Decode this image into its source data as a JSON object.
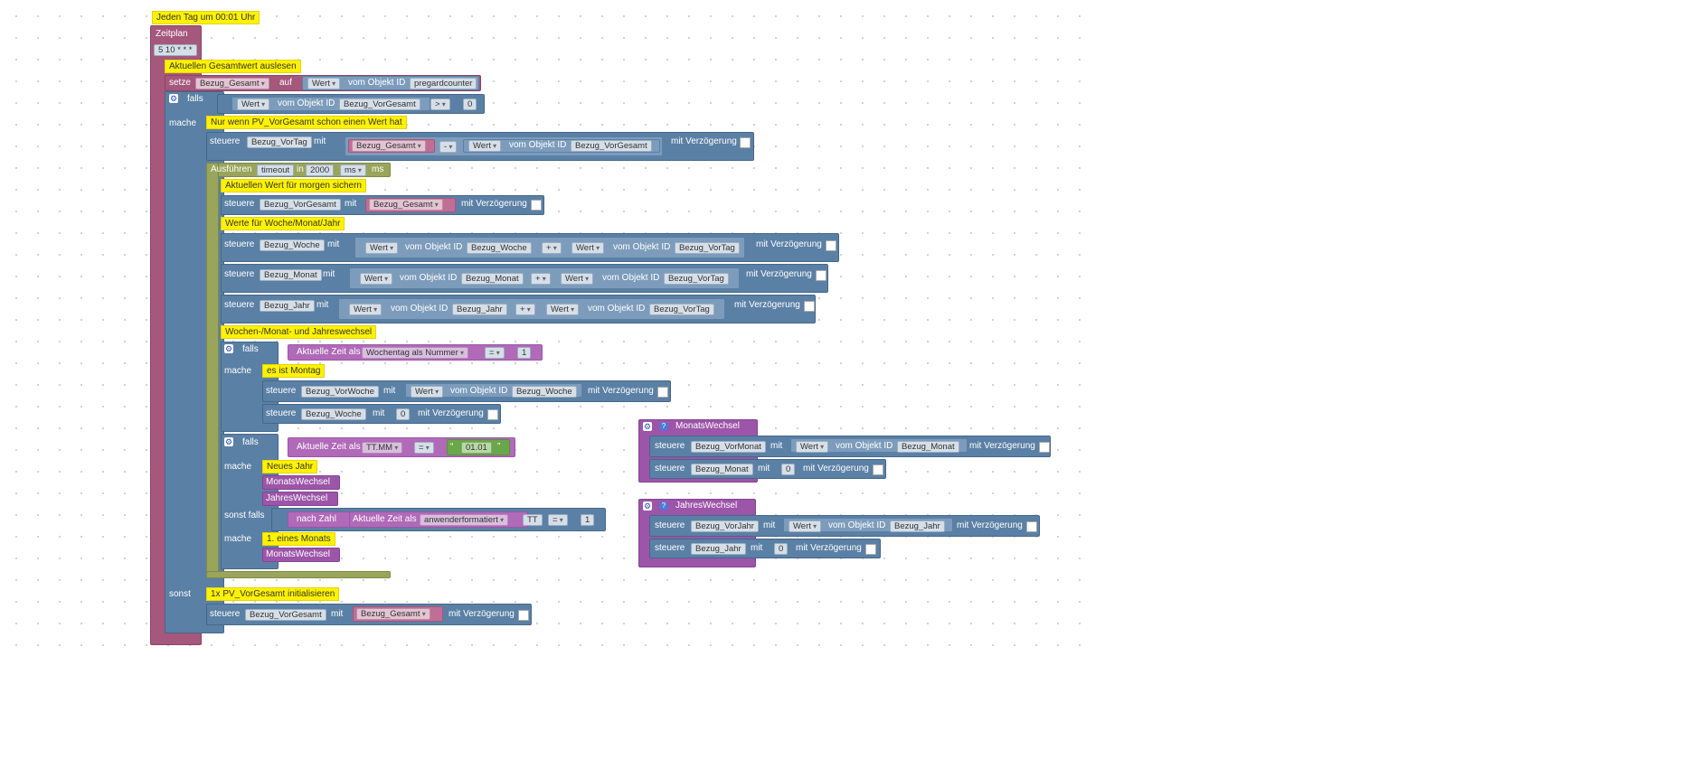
{
  "schedule": {
    "comment": "Jeden Tag um 00:01 Uhr",
    "label": "Zeitplan",
    "cron": "5 10 * * *"
  },
  "read_total": {
    "comment": "Aktuellen Gesamtwert auslesen",
    "set_label": "setze",
    "var": "Bezug_Gesamt",
    "to_label": "auf",
    "value_opt": "Wert",
    "of_object": "vom Objekt ID",
    "object_id": "pregardcounter"
  },
  "if1": {
    "falls": "falls",
    "mache": "mache",
    "sonst": "sonst",
    "cond_value": "Wert",
    "of_object": "vom Objekt ID",
    "cond_obj": "Bezug_VorGesamt",
    "op": ">",
    "num": "0",
    "comment_only_if": "Nur wenn PV_VorGesamt schon einen Wert hat",
    "steuere": "steuere",
    "mit": "mit",
    "target_vortag": "Bezug_VorTag",
    "minus_var": "Bezug_Gesamt",
    "minus_op": "-",
    "minus_value": "Wert",
    "minus_obj": "Bezug_VorGesamt",
    "mit_verz": "mit Verzögerung"
  },
  "timeout": {
    "label": "Ausführen",
    "name": "timeout",
    "in": "in",
    "ms_val": "2000",
    "unit": "ms",
    "unit2": "ms"
  },
  "save_tomorrow": {
    "comment": "Aktuellen Wert für morgen sichern",
    "target": "Bezug_VorGesamt",
    "var": "Bezug_Gesamt"
  },
  "wmy": {
    "comment": "Werte für Woche/Monat/Jahr",
    "rows": [
      {
        "target": "Bezug_Woche",
        "a_obj": "Bezug_Woche",
        "op": "+",
        "b_obj": "Bezug_VorTag"
      },
      {
        "target": "Bezug_Monat",
        "a_obj": "Bezug_Monat",
        "op": "+",
        "b_obj": "Bezug_VorTag"
      },
      {
        "target": "Bezug_Jahr",
        "a_obj": "Bezug_Jahr",
        "op": "+",
        "b_obj": "Bezug_VorTag"
      }
    ],
    "wert": "Wert"
  },
  "wechsel": {
    "comment": "Wochen-/Monat- und Jahreswechsel",
    "aktuelle_zeit_als": "Aktuelle Zeit als",
    "weekday_opt": "Wochentag als Nummer",
    "eq": "=",
    "weekday_num": "1",
    "comment_monday": "es ist Montag",
    "vorwoche_target": "Bezug_VorWoche",
    "vorwoche_obj": "Bezug_Woche",
    "woche_target": "Bezug_Woche",
    "zero": "0",
    "ttmm": "TT.MM",
    "ttmm_val": "01.01",
    "comment_new_year": "Neues Jahr",
    "call_monat": "MonatsWechsel",
    "call_jahr": "JahresWechsel",
    "sonst_falls": "sonst falls",
    "nach_zahl": "nach Zahl",
    "user_fmt": "anwenderformatiert",
    "tt": "TT",
    "day_num": "1",
    "comment_first": "1. eines Monats"
  },
  "else_branch": {
    "comment": "1x PV_VorGesamt initialisieren",
    "target": "Bezug_VorGesamt",
    "var": "Bezug_Gesamt"
  },
  "func_monat": {
    "title": "MonatsWechsel",
    "r1_target": "Bezug_VorMonat",
    "r1_obj": "Bezug_Monat",
    "r2_target": "Bezug_Monat",
    "zero": "0"
  },
  "func_jahr": {
    "title": "JahresWechsel",
    "r1_target": "Bezug_VorJahr",
    "r1_obj": "Bezug_Jahr",
    "r2_target": "Bezug_Jahr",
    "zero": "0"
  },
  "icons": {
    "gear": "gear-icon",
    "help": "help-icon"
  },
  "colors": {
    "event": "#a5577c",
    "action": "#5b80a5",
    "timeout": "#98a55b",
    "function": "#9c55a8",
    "comment": "#fef200"
  }
}
